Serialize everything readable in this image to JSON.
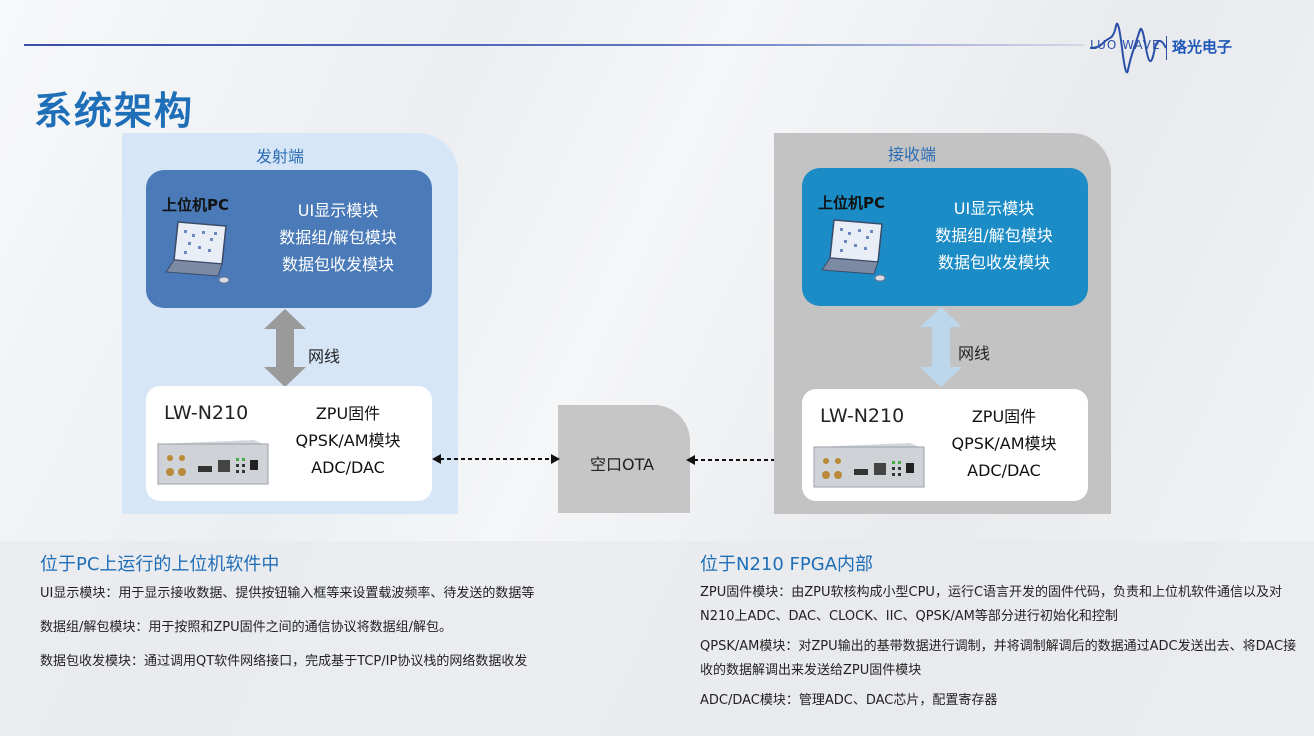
{
  "logo": {
    "en": "LUO WAVE",
    "cn": "珞光电子"
  },
  "page_title": "系统架构",
  "tx": {
    "label": "发射端",
    "pc_title": "上位机PC",
    "pc_lines": [
      "UI显示模块",
      "数据组/解包模块",
      "数据包收发模块"
    ],
    "net_label": "网线",
    "device_name": "LW-N210",
    "device_lines": [
      "ZPU固件",
      "QPSK/AM模块",
      "ADC/DAC"
    ]
  },
  "rx": {
    "label": "接收端",
    "pc_title": "上位机PC",
    "pc_lines": [
      "UI显示模块",
      "数据组/解包模块",
      "数据包收发模块"
    ],
    "net_label": "网线",
    "device_name": "LW-N210",
    "device_lines": [
      "ZPU固件",
      "QPSK/AM模块",
      "ADC/DAC"
    ]
  },
  "ota_label": "空口OTA",
  "colors": {
    "title": "#1e6fb8",
    "tx_pc": "#4a7ab8",
    "rx_pc": "#1b8cc6"
  },
  "left_col": {
    "title": "位于PC上运行的上位机软件中",
    "items": [
      "UI显示模块：用于显示接收数据、提供按钮输入框等来设置载波频率、待发送的数据等",
      "数据组/解包模块：用于按照和ZPU固件之间的通信协议将数据组/解包。",
      "数据包收发模块：通过调用QT软件网络接口，完成基于TCP/IP协议栈的网络数据收发"
    ]
  },
  "right_col": {
    "title": "位于N210 FPGA内部",
    "items": [
      "ZPU固件模块：由ZPU软核构成小型CPU，运行C语言开发的固件代码，负责和上位机软件通信以及对N210上ADC、DAC、CLOCK、IIC、QPSK/AM等部分进行初始化和控制",
      "QPSK/AM模块：对ZPU输出的基带数据进行调制，并将调制解调后的数据通过ADC发送出去、将DAC接收的数据解调出来发送给ZPU固件模块",
      "ADC/DAC模块：管理ADC、DAC芯片，配置寄存器"
    ]
  }
}
